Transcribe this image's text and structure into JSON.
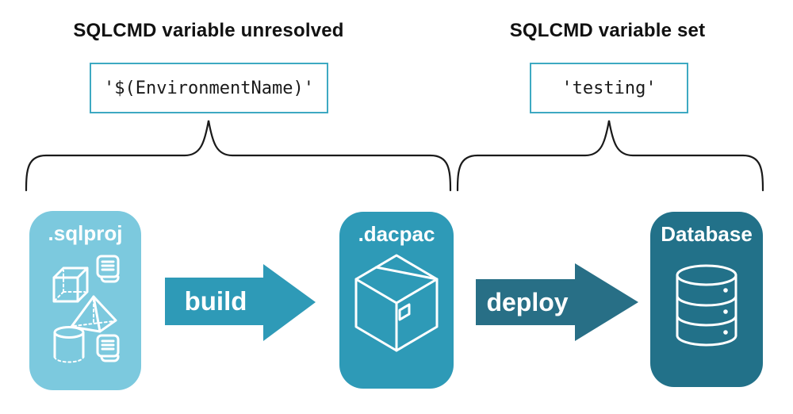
{
  "annotations": {
    "left": {
      "heading": "SQLCMD variable unresolved",
      "code": "'$(EnvironmentName)'"
    },
    "right": {
      "heading": "SQLCMD variable set",
      "code": "'testing'"
    }
  },
  "pipeline": {
    "stages": [
      {
        "label": ".sqlproj",
        "icon": "sql-objects-icon"
      },
      {
        "label": ".dacpac",
        "icon": "package-icon"
      },
      {
        "label": "Database",
        "icon": "database-icon"
      }
    ],
    "arrows": [
      {
        "label": "build"
      },
      {
        "label": "deploy"
      }
    ]
  },
  "colors": {
    "stage_sqlproj_bg": "#7cc9de",
    "stage_dacpac_bg": "#2e9ab7",
    "stage_database_bg": "#227189",
    "arrow_build": "#2e9ab7",
    "arrow_deploy": "#286f86",
    "code_box_border": "#3ea9c2",
    "brace_stroke": "#1a1a1a",
    "text_dark": "#111111",
    "text_light": "#ffffff"
  }
}
